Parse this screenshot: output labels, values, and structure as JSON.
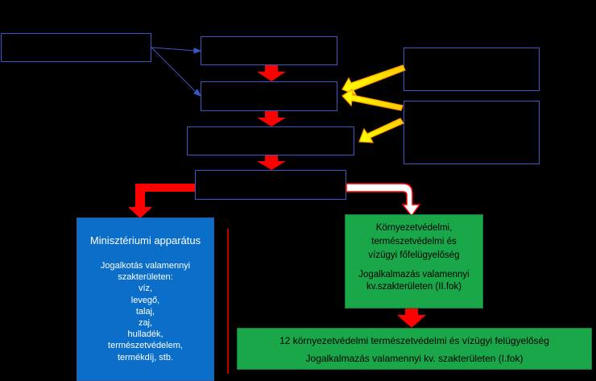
{
  "ministry": {
    "title": "Minisztériumi apparátus",
    "subtitle_line1": "Jogalkotás valamennyi",
    "subtitle_line2": "szakterületen:",
    "items": [
      "víz,",
      "levegő,",
      "talaj,",
      "zaj,",
      "hulladék,",
      "természetvédelem,",
      "termékdíj, stb."
    ]
  },
  "main_inspectorate": {
    "line1": "Környezetvédelmi,",
    "line2": "természetvédelmi  és",
    "line3": "vízügyi főfelügyelőség",
    "line4": "Jogalkalmazás valamennyi",
    "line5": "kv.szakterületen (II.fok)"
  },
  "inspectorates": {
    "line1": "12 környezetvédelmi  természetvédelmi  és vízügyi felügyelőség",
    "line2": "Jogalkalmazás valamennyi  kv. szakterületen (I.fok)"
  },
  "colors": {
    "background": "#000000",
    "box_outline": "#3a57c4",
    "ministry_fill": "#0b6fc9",
    "inspectorate_fill": "#1aa74a",
    "arrow_red": "#ff0000",
    "arrow_yellow": "#ffff00",
    "arrow_orange": "#ff9900"
  }
}
